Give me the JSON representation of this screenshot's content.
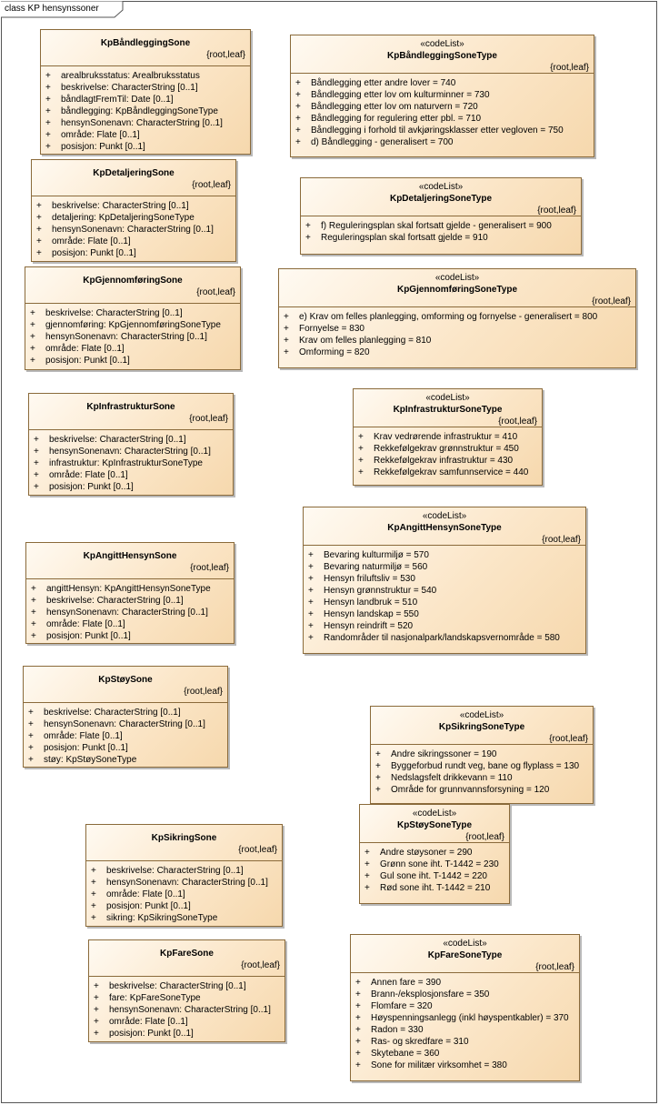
{
  "diagram": {
    "title": "class KP hensynssoner",
    "classes": [
      {
        "stereotype": "",
        "name": "KpBåndleggingSone",
        "tag": "{root,leaf}",
        "attributes": [
          {
            "vis": "+",
            "text": "arealbruksstatus: Arealbruksstatus"
          },
          {
            "vis": "+",
            "text": "beskrivelse: CharacterString [0..1]"
          },
          {
            "vis": "+",
            "text": "båndlagtFremTil: Date [0..1]"
          },
          {
            "vis": "+",
            "text": "båndlegging: KpBåndleggingSoneType"
          },
          {
            "vis": "+",
            "text": "hensynSonenavn: CharacterString [0..1]"
          },
          {
            "vis": "+",
            "text": "område: Flate [0..1]"
          },
          {
            "vis": "+",
            "text": "posisjon: Punkt [0..1]"
          }
        ]
      },
      {
        "stereotype": "«codeList»",
        "name": "KpBåndleggingSoneType",
        "tag": "{root,leaf}",
        "attributes": [
          {
            "vis": "+",
            "text": "Båndlegging etter andre lover = 740"
          },
          {
            "vis": "+",
            "text": "Båndlegging etter lov om kulturminner = 730"
          },
          {
            "vis": "+",
            "text": "Båndlegging etter lov om naturvern = 720"
          },
          {
            "vis": "+",
            "text": "Båndlegging for regulering etter pbl. = 710"
          },
          {
            "vis": "+",
            "text": "Båndlegging i forhold til avkjøringsklasser etter vegloven = 750"
          },
          {
            "vis": "+",
            "text": "d) Båndlegging - generalisert = 700"
          }
        ]
      },
      {
        "stereotype": "",
        "name": "KpDetaljeringSone",
        "tag": "{root,leaf}",
        "attributes": [
          {
            "vis": "+",
            "text": "beskrivelse: CharacterString [0..1]"
          },
          {
            "vis": "+",
            "text": "detaljering: KpDetaljeringSoneType"
          },
          {
            "vis": "+",
            "text": "hensynSonenavn: CharacterString [0..1]"
          },
          {
            "vis": "+",
            "text": "område: Flate [0..1]"
          },
          {
            "vis": "+",
            "text": "posisjon: Punkt [0..1]"
          }
        ]
      },
      {
        "stereotype": "«codeList»",
        "name": "KpDetaljeringSoneType",
        "tag": "{root,leaf}",
        "attributes": [
          {
            "vis": "+",
            "text": "f) Reguleringsplan skal fortsatt gjelde - generalisert = 900"
          },
          {
            "vis": "+",
            "text": "Reguleringsplan skal fortsatt gjelde = 910"
          }
        ]
      },
      {
        "stereotype": "",
        "name": "KpGjennomføringSone",
        "tag": "{root,leaf}",
        "attributes": [
          {
            "vis": "+",
            "text": "beskrivelse: CharacterString [0..1]"
          },
          {
            "vis": "+",
            "text": "gjennomføring: KpGjennomføringSoneType"
          },
          {
            "vis": "+",
            "text": "hensynSonenavn: CharacterString [0..1]"
          },
          {
            "vis": "+",
            "text": "område: Flate [0..1]"
          },
          {
            "vis": "+",
            "text": "posisjon: Punkt [0..1]"
          }
        ]
      },
      {
        "stereotype": "«codeList»",
        "name": "KpGjennomføringSoneType",
        "tag": "{root,leaf}",
        "attributes": [
          {
            "vis": "+",
            "text": "e) Krav om felles planlegging, omforming og fornyelse - generalisert = 800"
          },
          {
            "vis": "+",
            "text": "Fornyelse = 830"
          },
          {
            "vis": "+",
            "text": "Krav om felles planlegging = 810"
          },
          {
            "vis": "+",
            "text": "Omforming = 820"
          }
        ]
      },
      {
        "stereotype": "",
        "name": "KpInfrastrukturSone",
        "tag": "{root,leaf}",
        "attributes": [
          {
            "vis": "+",
            "text": "beskrivelse: CharacterString [0..1]"
          },
          {
            "vis": "+",
            "text": "hensynSonenavn: CharacterString [0..1]"
          },
          {
            "vis": "+",
            "text": "infrastruktur: KpInfrastrukturSoneType"
          },
          {
            "vis": "+",
            "text": "område: Flate [0..1]"
          },
          {
            "vis": "+",
            "text": "posisjon: Punkt [0..1]"
          }
        ]
      },
      {
        "stereotype": "«codeList»",
        "name": "KpInfrastrukturSoneType",
        "tag": "{root,leaf}",
        "attributes": [
          {
            "vis": "+",
            "text": "Krav vedrørende infrastruktur = 410"
          },
          {
            "vis": "+",
            "text": "Rekkefølgekrav grønnstruktur = 450"
          },
          {
            "vis": "+",
            "text": "Rekkefølgekrav infrastruktur = 430"
          },
          {
            "vis": "+",
            "text": "Rekkefølgekrav samfunnservice = 440"
          }
        ]
      },
      {
        "stereotype": "«codeList»",
        "name": "KpAngittHensynSoneType",
        "tag": "{root,leaf}",
        "attributes": [
          {
            "vis": "+",
            "text": "Bevaring kulturmiljø = 570"
          },
          {
            "vis": "+",
            "text": "Bevaring naturmiljø = 560"
          },
          {
            "vis": "+",
            "text": "Hensyn friluftsliv = 530"
          },
          {
            "vis": "+",
            "text": "Hensyn grønnstruktur = 540"
          },
          {
            "vis": "+",
            "text": "Hensyn landbruk = 510"
          },
          {
            "vis": "+",
            "text": "Hensyn landskap = 550"
          },
          {
            "vis": "+",
            "text": "Hensyn reindrift = 520"
          },
          {
            "vis": "+",
            "text": "Randområder til nasjonalpark/landskapsvernområde = 580"
          }
        ]
      },
      {
        "stereotype": "",
        "name": "KpAngittHensynSone",
        "tag": "{root,leaf}",
        "attributes": [
          {
            "vis": "+",
            "text": "angittHensyn: KpAngittHensynSoneType"
          },
          {
            "vis": "+",
            "text": "beskrivelse: CharacterString [0..1]"
          },
          {
            "vis": "+",
            "text": "hensynSonenavn: CharacterString [0..1]"
          },
          {
            "vis": "+",
            "text": "område: Flate [0..1]"
          },
          {
            "vis": "+",
            "text": "posisjon: Punkt [0..1]"
          }
        ]
      },
      {
        "stereotype": "",
        "name": "KpStøySone",
        "tag": "{root,leaf}",
        "attributes": [
          {
            "vis": "+",
            "text": "beskrivelse: CharacterString [0..1]"
          },
          {
            "vis": "+",
            "text": "hensynSonenavn: CharacterString [0..1]"
          },
          {
            "vis": "+",
            "text": "område: Flate [0..1]"
          },
          {
            "vis": "+",
            "text": "posisjon: Punkt [0..1]"
          },
          {
            "vis": "+",
            "text": "støy: KpStøySoneType"
          }
        ]
      },
      {
        "stereotype": "«codeList»",
        "name": "KpSikringSoneType",
        "tag": "{root,leaf}",
        "attributes": [
          {
            "vis": "+",
            "text": "Andre sikringssoner = 190"
          },
          {
            "vis": "+",
            "text": "Byggeforbud rundt veg, bane og flyplass = 130"
          },
          {
            "vis": "+",
            "text": "Nedslagsfelt drikkevann = 110"
          },
          {
            "vis": "+",
            "text": "Område for grunnvannsforsyning = 120"
          }
        ]
      },
      {
        "stereotype": "«codeList»",
        "name": "KpStøySoneType",
        "tag": "{root,leaf}",
        "attributes": [
          {
            "vis": "+",
            "text": "Andre støysoner = 290"
          },
          {
            "vis": "+",
            "text": "Grønn sone iht. T-1442 = 230"
          },
          {
            "vis": "+",
            "text": "Gul sone iht. T-1442 = 220"
          },
          {
            "vis": "+",
            "text": "Rød sone iht. T-1442 = 210"
          }
        ]
      },
      {
        "stereotype": "",
        "name": "KpSikringSone",
        "tag": "{root,leaf}",
        "attributes": [
          {
            "vis": "+",
            "text": "beskrivelse: CharacterString [0..1]"
          },
          {
            "vis": "+",
            "text": "hensynSonenavn: CharacterString [0..1]"
          },
          {
            "vis": "+",
            "text": "område: Flate [0..1]"
          },
          {
            "vis": "+",
            "text": "posisjon: Punkt [0..1]"
          },
          {
            "vis": "+",
            "text": "sikring: KpSikringSoneType"
          }
        ]
      },
      {
        "stereotype": "",
        "name": "KpFareSone",
        "tag": "{root,leaf}",
        "attributes": [
          {
            "vis": "+",
            "text": "beskrivelse: CharacterString [0..1]"
          },
          {
            "vis": "+",
            "text": "fare: KpFareSoneType"
          },
          {
            "vis": "+",
            "text": "hensynSonenavn: CharacterString [0..1]"
          },
          {
            "vis": "+",
            "text": "område: Flate [0..1]"
          },
          {
            "vis": "+",
            "text": "posisjon: Punkt [0..1]"
          }
        ]
      },
      {
        "stereotype": "«codeList»",
        "name": "KpFareSoneType",
        "tag": "{root,leaf}",
        "attributes": [
          {
            "vis": "+",
            "text": "Annen fare = 390"
          },
          {
            "vis": "+",
            "text": "Brann-/eksplosjonsfare = 350"
          },
          {
            "vis": "+",
            "text": "Flomfare = 320"
          },
          {
            "vis": "+",
            "text": "Høyspenningsanlegg (inkl høyspentkabler) = 370"
          },
          {
            "vis": "+",
            "text": "Radon = 330"
          },
          {
            "vis": "+",
            "text": "Ras- og skredfare = 310"
          },
          {
            "vis": "+",
            "text": "Skytebane = 360"
          },
          {
            "vis": "+",
            "text": "Sone for militær virksomhet = 380"
          }
        ]
      }
    ]
  }
}
